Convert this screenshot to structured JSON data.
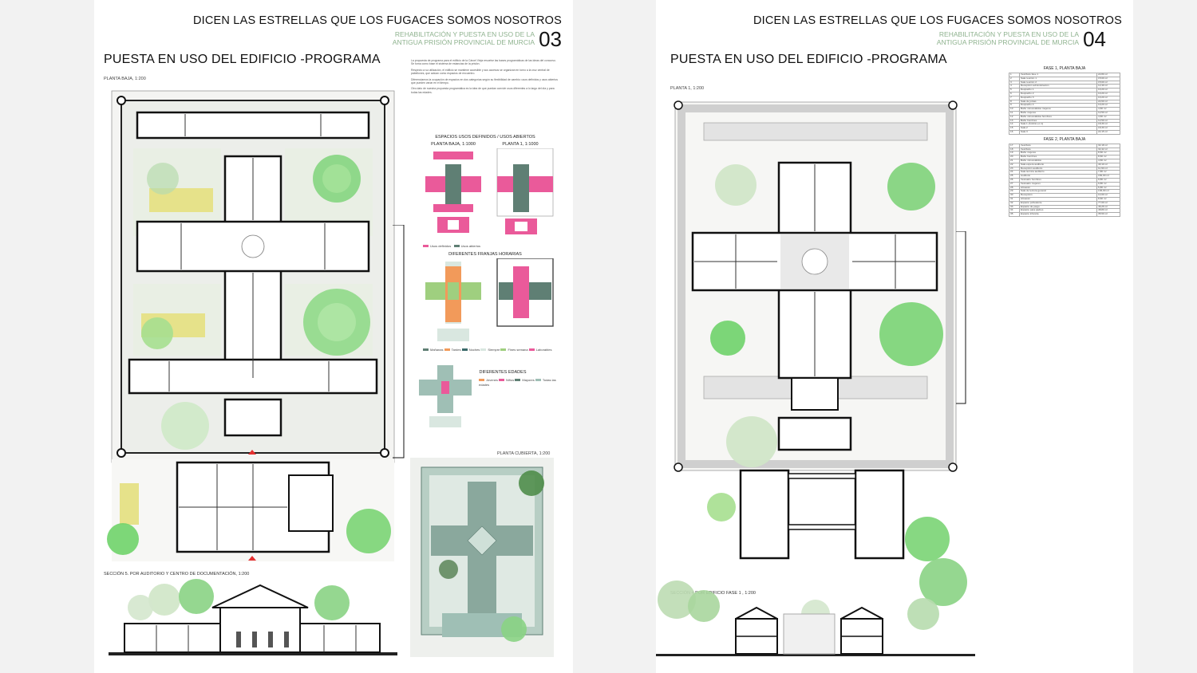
{
  "header": {
    "title": "DICEN LAS ESTRELLAS QUE LOS FUGACES SOMOS NOSOTROS",
    "subtitle_line1": "REHABILITACIÓN Y PUESTA EN USO DE LA",
    "subtitle_line2": "ANTIGUA PRISIÓN PROVINCIAL DE MURCIA"
  },
  "sheet1": {
    "number": "03",
    "section_title": "PUESTA EN USO DEL EDIFICIO -PROGRAMA",
    "plan_label": "PLANTA BAJA, 1:200",
    "section_label": "SECCIÓN 5. POR AUDITORIO Y CENTRO DE DOCUMENTACIÓN, 1:200",
    "roof_label": "PLANTA CUBIERTA, 1:200",
    "diagram_title": "ESPACIOS USOS DEFINIDOS / USOS ABIERTOS",
    "diagram_sub_left": "PLANTA BAJA, 1:1000",
    "diagram_sub_right": "PLANTA 1, 1:1000",
    "legend_usos": [
      "Usos definidos",
      "Usos abiertos"
    ],
    "franjas_title": "DIFERENTES FRANJAS HORARIAS",
    "franjas_legend": [
      "Mañanas",
      "Tardes",
      "Noches",
      "Siempre",
      "Fines semana",
      "Laborables"
    ],
    "edades_title": "DIFERENTES EDADES",
    "edades_legend": [
      "Jóvenes",
      "Niños",
      "Mayores",
      "Todas las edades"
    ],
    "text_paragraphs": [
      "La propuesta de programa para el edificio de la Cárcel Vieja resuelve las bases programáticas de las ideas del concurso. Se toma como base el sistema de estancias de la prisión.",
      "Respecto a su utilización, el edificio se mantiene accesible y sus accesos se organizan en torno a la cruz central de pabellones, que actúan como espacios de encuentro.",
      "Diferenciamos la ocupación de espacios en dos categorías según su flexibilidad de cambio: usos definidos y usos abiertos que pueden variar en el tiempo.",
      "Otro dato de nuestra propuesta programática es la idea de que puedan convivir usos diferentes a lo largo del día y para todas las edades."
    ],
    "colors": {
      "usos_definidos": "#ea5a9a",
      "usos_abiertos": "#5f7f74",
      "manana": "#f29a5a",
      "tarde": "#9fcf7f"
    }
  },
  "sheet2": {
    "number": "04",
    "section_title": "PUESTA EN USO DEL EDIFICIO -PROGRAMA",
    "plan_label": "PLANTA 1, 1:200",
    "section_label": "SECCIÓN 4 POR EDIFICIO FASE 1 , 1:200",
    "program": [
      {
        "phase": "FASE 1, PLANTA BAJA",
        "rows": [
          [
            "1",
            "Vestíbulo fase 1",
            "22,80 m²"
          ],
          [
            "2",
            "Sala reunión 1",
            "15,60 m²"
          ],
          [
            "3",
            "Sala reunión 2",
            "15,60 m²"
          ],
          [
            "4",
            "Recepción administración",
            "12,40 m²"
          ],
          [
            "5",
            "Despacho 1",
            "10,20 m²"
          ],
          [
            "6",
            "Despacho 2",
            "10,20 m²"
          ],
          [
            "7",
            "Despacho 3",
            "10,20 m²"
          ],
          [
            "8",
            "Sala de juntas",
            "22,60 m²"
          ],
          [
            "9",
            "Despacho 4",
            "10,20 m²"
          ],
          [
            "10",
            "Baño minusválidos mujeres",
            "4,60 m²"
          ],
          [
            "11",
            "Baño mujeres",
            "12,50 m²"
          ],
          [
            "12",
            "Baño minusválidos hombres",
            "4,60 m²"
          ],
          [
            "13",
            "Baño hombres",
            "12,50 m²"
          ],
          [
            "14",
            "Sala 1 (Ámbito en 1)",
            "18,30 m²"
          ],
          [
            "15",
            "Sala 2",
            "18,30 m²"
          ],
          [
            "16",
            "Sala 3",
            "22,15 m²"
          ]
        ]
      },
      {
        "phase": "FASE 2, PLANTA BAJA",
        "rows": [
          [
            "17",
            "Vestíbulo",
            "32,18 m²"
          ],
          [
            "18",
            "Vestíbulo",
            "32,42 m²"
          ],
          [
            "19",
            "Baño mujeres",
            "8,60 m²"
          ],
          [
            "20",
            "Baño hombres",
            "8,60 m²"
          ],
          [
            "21",
            "Baño minusválidos",
            "4,60 m²"
          ],
          [
            "22",
            "Sala espera auditorio",
            "40,10 m²"
          ],
          [
            "23",
            "Recepción auditorio",
            "11,60 m²"
          ],
          [
            "24",
            "Sala técnica auditorio",
            "7,80 m²"
          ],
          [
            "25",
            "Auditorio",
            "182,00 m²"
          ],
          [
            "26",
            "Vestuario hombres",
            "9,80 m²"
          ],
          [
            "27",
            "Vestuario mujeres",
            "9,80 m²"
          ],
          [
            "28",
            "Almacén",
            "6,80 m²"
          ],
          [
            "29",
            "Sala de lectura general",
            "136,00 m²"
          ],
          [
            "30",
            "Recepción",
            "14,60 m²"
          ],
          [
            "31",
            "Almacén",
            "8,60 m²"
          ],
          [
            "32",
            "Espacio polivalente",
            "77,00 m²"
          ],
          [
            "33",
            "Espacio de juego",
            "46,26 m²"
          ],
          [
            "34",
            "Espacio para padres",
            "48,80 m²"
          ],
          [
            "35",
            "Espacio infancia",
            "35,50 m²"
          ]
        ]
      }
    ]
  }
}
